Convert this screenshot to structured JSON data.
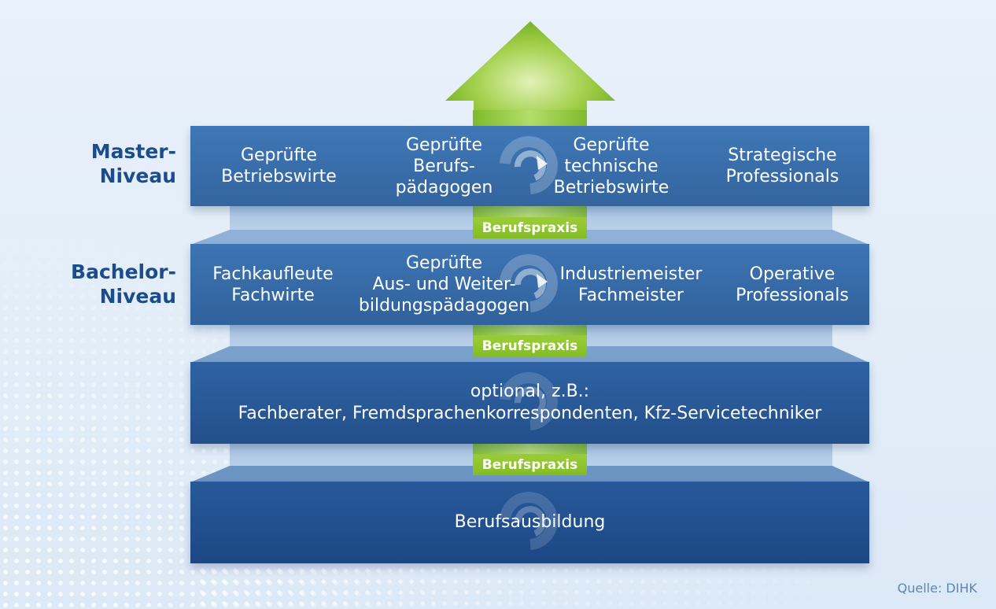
{
  "levels": {
    "master": "Master-\nNiveau",
    "bachelor": "Bachelor-\nNiveau"
  },
  "tiers": {
    "master": [
      "Geprüfte\nBetriebswirte",
      "Geprüfte\nBerufs-\npädagogen",
      "Geprüfte\ntechnische\nBetriebswirte",
      "Strategische\nProfessionals"
    ],
    "bachelor": [
      "Fachkaufleute\nFachwirte",
      "Geprüfte\nAus- und Weiter-\nbildungspädagogen",
      "Industriemeister\nFachmeister",
      "Operative\nProfessionals"
    ],
    "optional": "optional, z.B.:\nFachberater, Fremdsprachenkorrespondenten, Kfz-Servicetechniker",
    "base": "Berufsausbildung"
  },
  "connector_label": "Berufspraxis",
  "source": "Quelle: DIHK",
  "colors": {
    "accent_green": "#8cc43a",
    "bar_blue": "#33659f",
    "level_text": "#1b4d8c"
  },
  "icons": {
    "top_arrow": "up-arrow-icon",
    "cycle": "cycle-swirl-icon"
  }
}
